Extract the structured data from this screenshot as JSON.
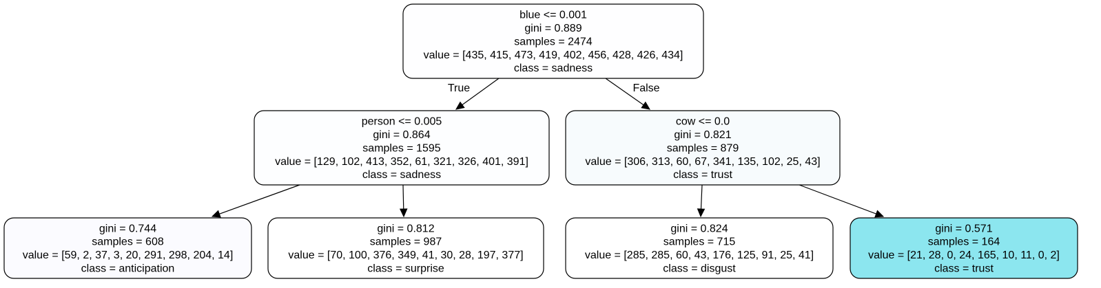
{
  "tree": {
    "nodes": [
      {
        "id": "root",
        "lines": [
          "blue <= 0.001",
          "gini = 0.889",
          "samples = 2474",
          "value = [435, 415, 473, 419, 402, 456, 428, 426, 434]",
          "class = sadness"
        ],
        "fill": "#fefeff"
      },
      {
        "id": "left",
        "lines": [
          "person <= 0.005",
          "gini = 0.864",
          "samples = 1595",
          "value = [129, 102, 413, 352, 61, 321, 326, 401, 391]",
          "class = sadness"
        ],
        "fill": "#fdfeff"
      },
      {
        "id": "right",
        "lines": [
          "cow <= 0.0",
          "gini = 0.821",
          "samples = 879",
          "value = [306, 313, 60, 67, 341, 135, 102, 25, 43]",
          "class = trust"
        ],
        "fill": "#f7fbfd"
      },
      {
        "id": "leaf1",
        "lines": [
          "gini = 0.744",
          "samples = 608",
          "value = [59, 2, 37, 3, 20, 291, 298, 204, 14]",
          "class = anticipation"
        ],
        "fill": "#fbfbff"
      },
      {
        "id": "leaf2",
        "lines": [
          "gini = 0.812",
          "samples = 987",
          "value = [70, 100, 376, 349, 41, 30, 28, 197, 377]",
          "class = surprise"
        ],
        "fill": "#ffffff"
      },
      {
        "id": "leaf3",
        "lines": [
          "gini = 0.824",
          "samples = 715",
          "value = [285, 285, 60, 43, 176, 125, 91, 25, 41]",
          "class = disgust"
        ],
        "fill": "#ffffff"
      },
      {
        "id": "leaf4",
        "lines": [
          "gini = 0.571",
          "samples = 164",
          "value = [21, 28, 0, 24, 165, 10, 11, 0, 2]",
          "class = trust"
        ],
        "fill": "#8ce6ef"
      }
    ],
    "edges": [
      {
        "from": "root",
        "to": "left",
        "label": "True"
      },
      {
        "from": "root",
        "to": "right",
        "label": "False"
      },
      {
        "from": "left",
        "to": "leaf1",
        "label": ""
      },
      {
        "from": "left",
        "to": "leaf2",
        "label": ""
      },
      {
        "from": "right",
        "to": "leaf3",
        "label": ""
      },
      {
        "from": "right",
        "to": "leaf4",
        "label": ""
      }
    ]
  }
}
